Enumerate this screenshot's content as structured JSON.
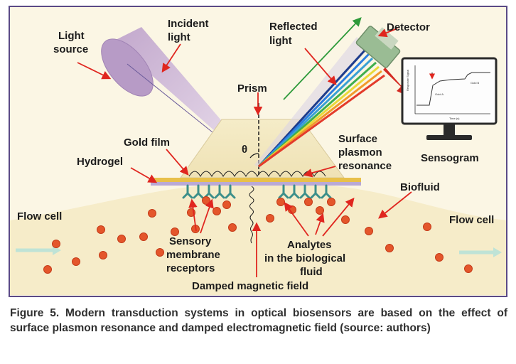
{
  "labels": {
    "light_source": [
      "Light",
      "source"
    ],
    "incident_light": [
      "Incident",
      "light"
    ],
    "reflected_light": [
      "Reflected",
      "light"
    ],
    "detector": "Detector",
    "prism": "Prism",
    "theta": "θ",
    "gold_film": "Gold film",
    "surface_plasmon": [
      "Surface",
      "plasmon",
      "resonance"
    ],
    "sensogram": "Sensogram",
    "hydrogel": "Hydrogel",
    "biofluid": "Biofluid",
    "flow_cell_left": "Flow cell",
    "flow_cell_right": "Flow cell",
    "sensory_receptors": [
      "Sensory",
      "membrane",
      "receptors"
    ],
    "analytes": [
      "Analytes",
      "in the biological",
      "fluid"
    ],
    "damped_field": "Damped magnetic field"
  },
  "sensogram_chart": {
    "ylabel": "Response Signal",
    "xlabel": "Time (s)",
    "annotation_a": "Gold A",
    "annotation_b": "Gold B"
  },
  "caption": "Figure 5. Modern transduction systems in optical biosensors are based on the effect of surface plasmon resonance and damped electromagnetic field (source: authors)",
  "colors": {
    "frame": "#5b4a86",
    "background": "#fbf6e4",
    "arrow": "#e0261f",
    "particle": "#e4562b",
    "receptor": "#3c8f8a",
    "gold_film": "#e8c04a",
    "hydrogel": "#b9a9d6",
    "detector": "#7ea37c"
  }
}
